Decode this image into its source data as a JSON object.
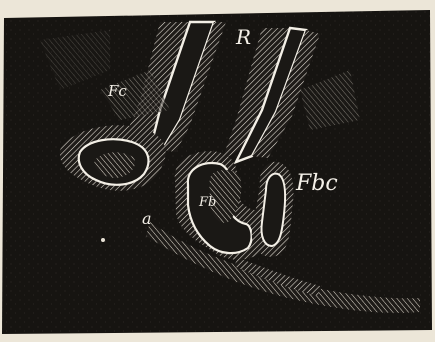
{
  "labels": {
    "r": "R",
    "fc": "Fc",
    "fbc": "Fbc",
    "fb": "Fb",
    "a": "a"
  },
  "colors": {
    "paper": "#ece6d8",
    "background": "#151310",
    "hatch": "#f3efe6",
    "tissue_fill": "#262320"
  }
}
